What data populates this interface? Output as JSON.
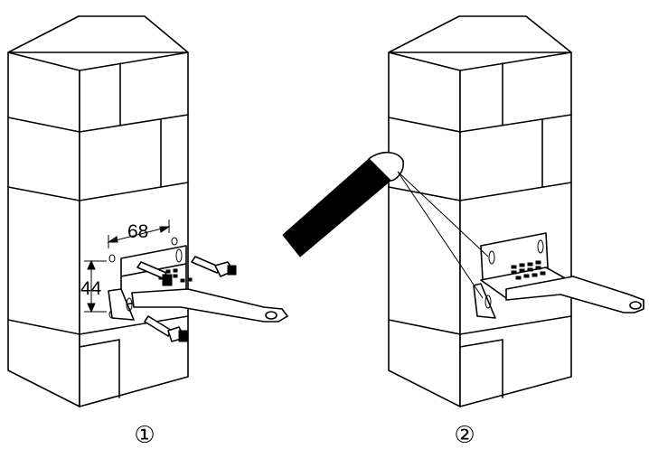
{
  "figure": {
    "steps": [
      {
        "label": "①",
        "dimensions": {
          "horizontal": "68",
          "vertical": "44"
        }
      },
      {
        "label": "②"
      }
    ]
  }
}
